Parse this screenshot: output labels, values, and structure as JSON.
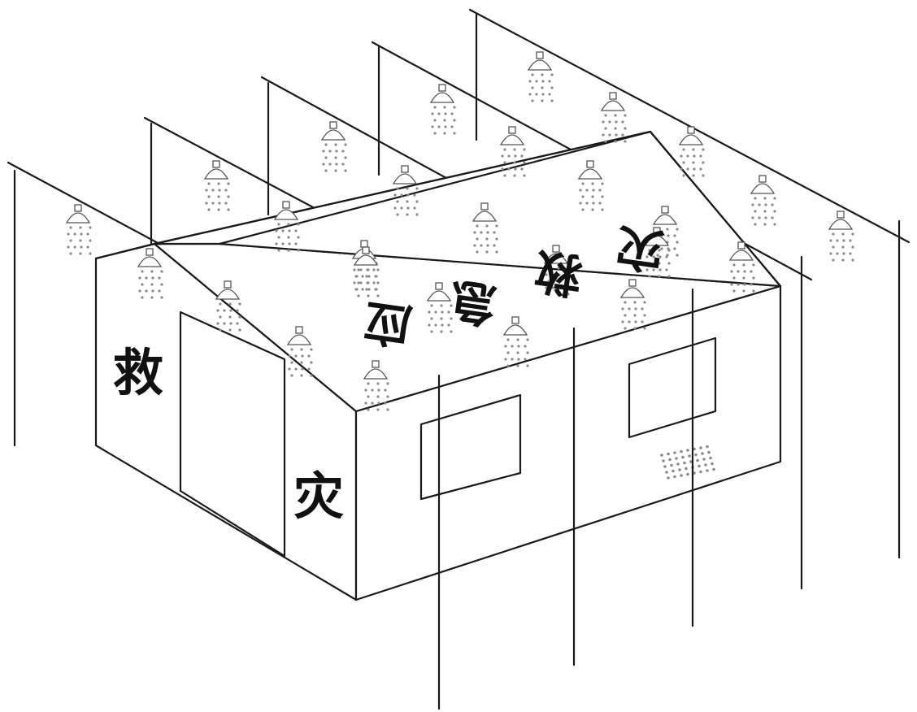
{
  "labels": {
    "left_wall_top": "救",
    "left_wall_bottom": "灾",
    "roof": [
      "应",
      "急",
      "救",
      "灾"
    ]
  },
  "counts": {
    "sprinkler_heads": 27
  },
  "colors": {
    "line": "#1a1a1a",
    "background": "#ffffff",
    "spray": "#8a8a8a"
  },
  "icons": [
    "sprinkler-head-icon",
    "vent-grille-icon"
  ]
}
